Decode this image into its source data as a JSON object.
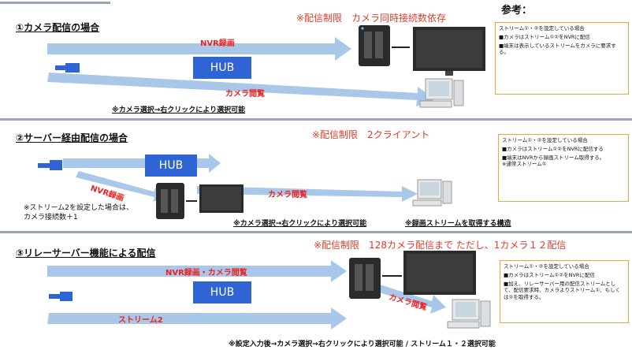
{
  "colors": {
    "hub": "#2f64d4",
    "arrow": "#a9c7e8",
    "red": "#e23b2a",
    "divider": "#9aa6b3",
    "box_border": "#f0a53d"
  },
  "reference_title": "参考：",
  "sections": [
    {
      "title": "①カメラ配信の場合",
      "limit_note": "※配信制限　カメラ同時接続数依存",
      "hub_label": "HUB",
      "arrow_labels": [
        "NVR録画",
        "カメラ閲覧"
      ],
      "notes": [
        "※カメラ選択→右クリックにより選択可能"
      ],
      "side_box": [
        "ストリーム①・②を設定している場合",
        "■カメラはストリーム①②をNVRに配信",
        "■端末は表示しているストリームをカメラに要求する。"
      ]
    },
    {
      "title": "②サーバー経由配信の場合",
      "limit_note": "※配信制限　2クライアント",
      "hub_label": "HUB",
      "arrow_labels": [
        "NVR録画",
        "カメラ閲覧"
      ],
      "notes": [
        "※ストリーム2を設定した場合は、",
        "カメラ接続数＋1",
        "※カメラ選択→右クリックにより選択可能",
        "※録画ストリームを取得する構造"
      ],
      "side_box": [
        "ストリーム①・②を設定している場合",
        "■カメラはストリーム①②をNVRに配信する",
        "■端末はNVRから録画ストリーム取得する。",
        "※通常ストリーム①"
      ]
    },
    {
      "title": "③リレーサーバー機能による配信",
      "limit_note": "※配信制限　128カメラ配信まで ただし、1カメラ１２配信",
      "hub_label": "HUB",
      "arrow_labels": [
        "NVR録画・カメラ閲覧",
        "カメラ閲覧",
        "ストリーム2"
      ],
      "notes": [
        "※設定入力後→カメラ選択→右クリックにより選択可能 / ストリーム１・２選択可能"
      ],
      "side_box": [
        "ストリーム①・②を設定している場合",
        "■カメラはストリーム①②をNVRに配信",
        "■加え、リレーサーバー用の配信ストリームとして、配信要求時、カメラよりストリーム①、もしくは②を取得する。"
      ]
    }
  ]
}
